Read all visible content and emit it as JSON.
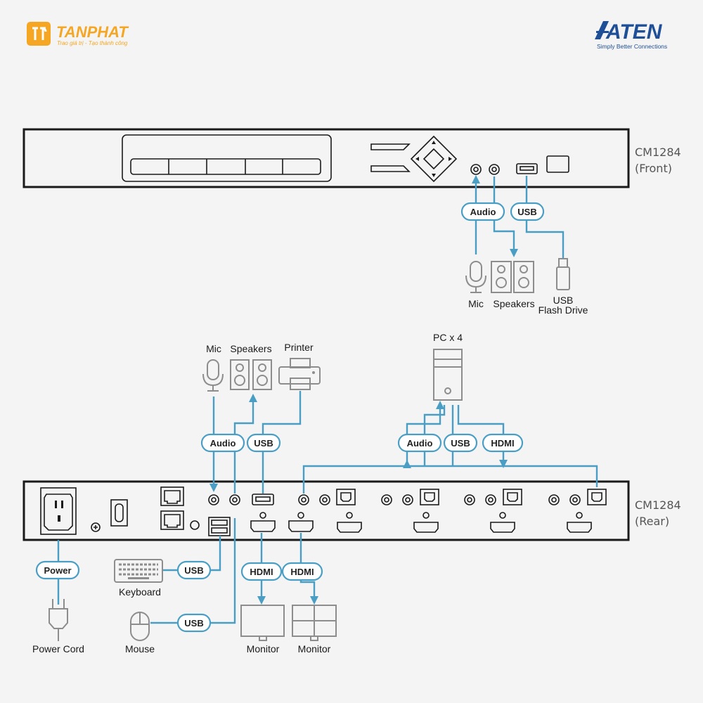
{
  "brand_left": {
    "name": "TANPHAT",
    "tagline": "Trao giá trị - Tạo thành công"
  },
  "brand_right": {
    "name": "ATEN",
    "tagline": "Simply Better Connections"
  },
  "front_unit": {
    "model": "CM1284",
    "view": "(Front)"
  },
  "rear_unit": {
    "model": "CM1284",
    "view": "(Rear)"
  },
  "cable_labels": {
    "audio": "Audio",
    "usb": "USB",
    "hdmi": "HDMI",
    "power": "Power"
  },
  "devices": {
    "mic": "Mic",
    "speakers": "Speakers",
    "usb_flash_line1": "USB",
    "usb_flash_line2": "Flash Drive",
    "printer": "Printer",
    "pc": "PC x 4",
    "keyboard": "Keyboard",
    "mouse": "Mouse",
    "monitor": "Monitor",
    "power_cord": "Power Cord"
  },
  "colors": {
    "cable": "#4a9ec4",
    "device_outline": "#1a1a1a",
    "peripheral_icon": "#8d8d8d",
    "tanphat": "#f5a623",
    "aten": "#1f4f96"
  }
}
